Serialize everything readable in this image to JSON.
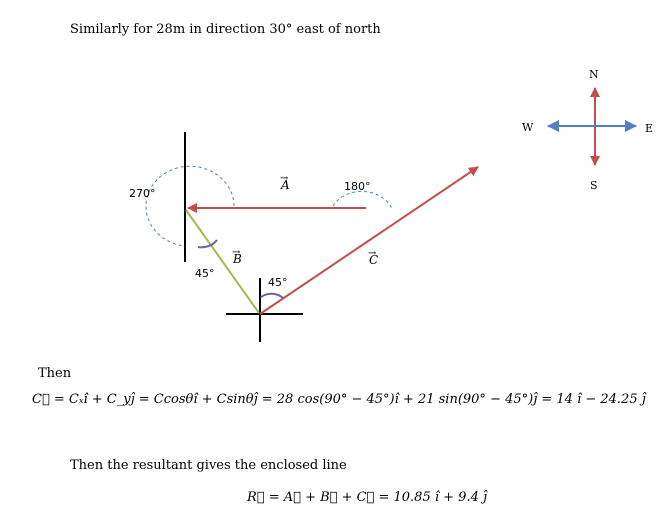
{
  "intro": "Similarly for 28m in direction 30° east of north",
  "compass": {
    "north": "N",
    "south": "S",
    "east": "E",
    "west": "W"
  },
  "diagram": {
    "vector_a": "A",
    "vector_b": "B",
    "vector_c": "C",
    "angle_270": "270°",
    "angle_180": "180°",
    "angle_45_b": "45°",
    "angle_45_c": "45°"
  },
  "then_label": "Then",
  "equation_c": "C⃗ = Cₓî + C_yĵ = Ccosθî + Csinθĵ = 28 cos(90° − 45°)î + 21 sin(90° − 45°)ĵ = 14 î − 24.25 ĵ",
  "resultant_text": "Then the resultant gives the enclosed line",
  "equation_r": "R⃗ = A⃗ + B⃗ + C⃗ = 10.85 î + 9.4 ĵ",
  "colors": {
    "red_arrow": "#c0504d",
    "green_line": "#9bbb59",
    "blue_arrow": "#4f81bd",
    "dashed": "#4f81bd",
    "arc": "#7060a0"
  }
}
